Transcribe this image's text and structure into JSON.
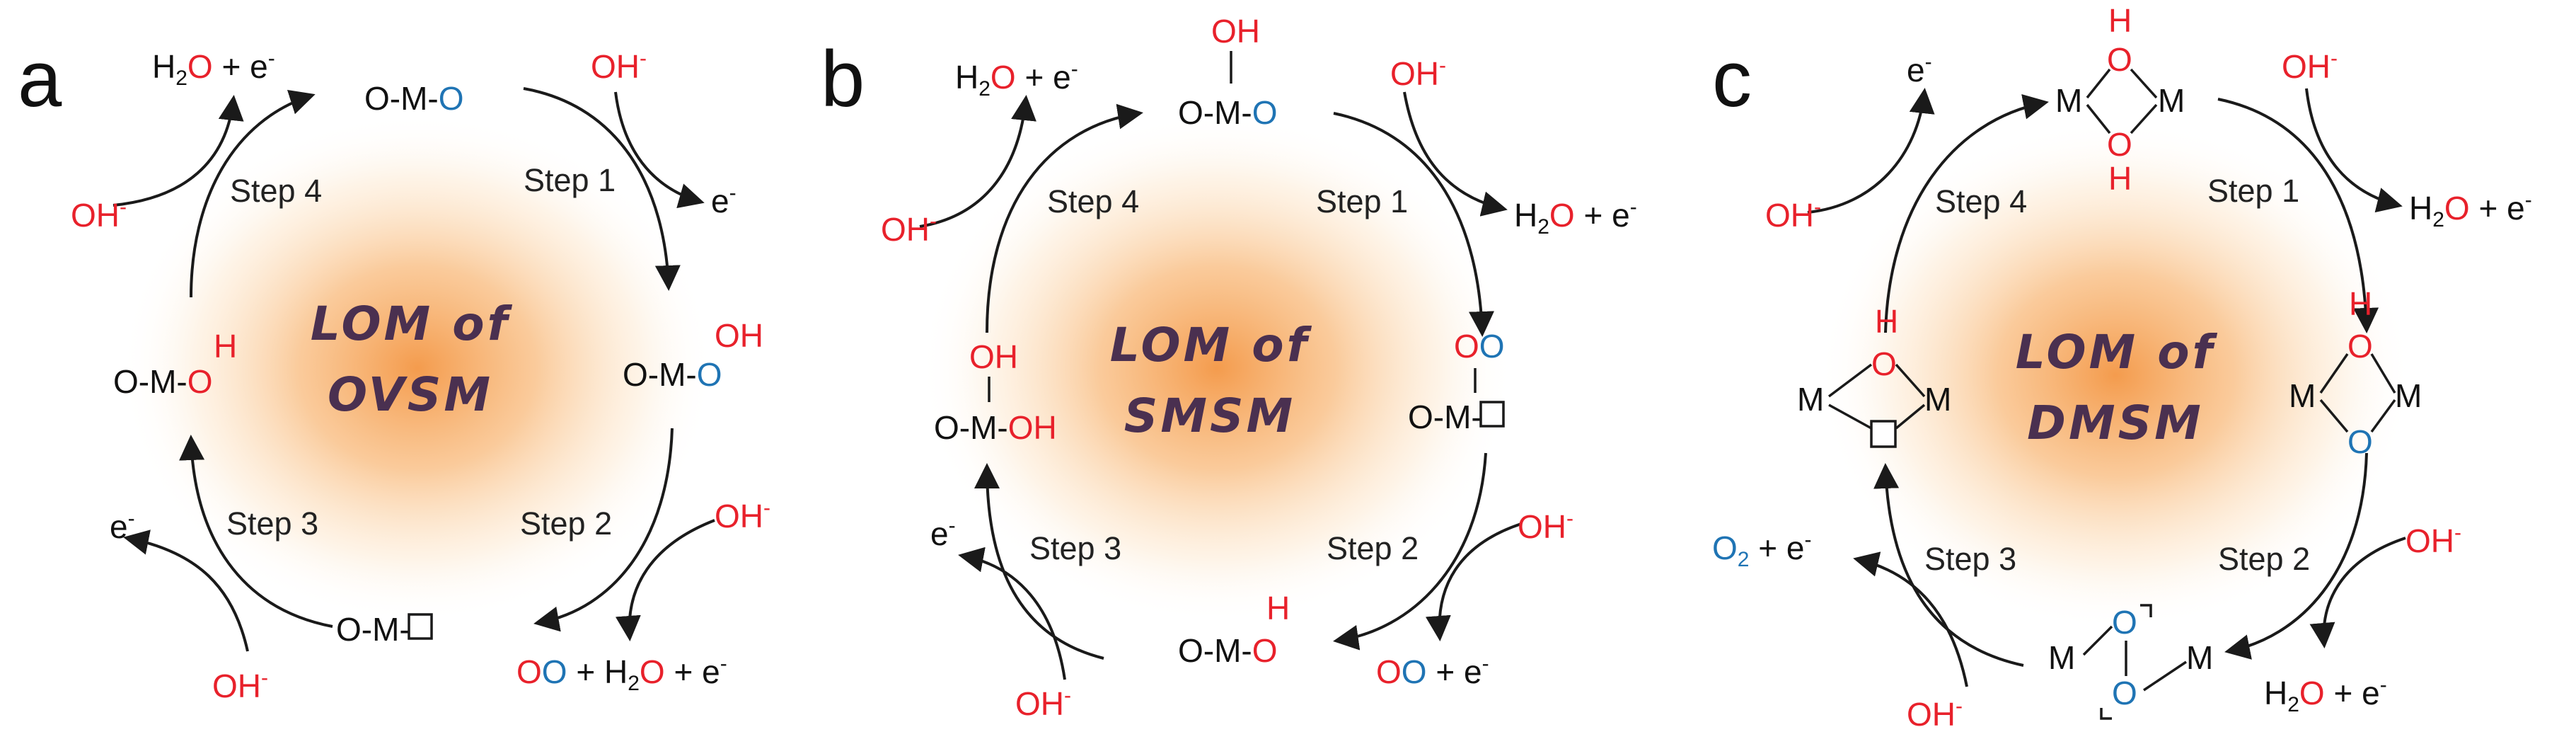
{
  "colors": {
    "oxygen_lattice_red": "#e8212b",
    "oxygen_adsorbed_blue": "#1f74b4",
    "text": "#111111",
    "glow": "#f6a04a"
  },
  "panels": [
    {
      "label": "a",
      "title_line1": "LOM of",
      "title_line2": "OVSM",
      "steps": [
        "Step 1",
        "Step 2",
        "Step 3",
        "Step 4"
      ],
      "species": {
        "top": "O-M-O",
        "right": "O-M-O",
        "right_h": "OH",
        "bottom": "O-M-",
        "left": "O-M-O",
        "left_h": "H"
      },
      "reagents": {
        "s1_in": "OH-",
        "s1_out": "e-",
        "s2_in": "OH-",
        "s2_out": "OO + H2O + e-",
        "s3_in": "OH-",
        "s3_out": "e-",
        "s4_in": "OH-",
        "s4_out": "H2O + e-"
      }
    },
    {
      "label": "b",
      "title_line1": "LOM of",
      "title_line2": "SMSM",
      "steps": [
        "Step 1",
        "Step 2",
        "Step 3",
        "Step 4"
      ],
      "species": {
        "top": "O-M-O",
        "top_h": "OH",
        "right": "O-M-",
        "right_h": "OO",
        "bottom": "O-M-O",
        "bottom_h": "H",
        "left": "O-M-OH",
        "left_h": "OH"
      },
      "reagents": {
        "s1_in": "OH-",
        "s1_out": "H2O + e-",
        "s2_in": "OH-",
        "s2_out": "OO + e-",
        "s3_in": "OH-",
        "s3_out": "e-",
        "s4_in": "OH-",
        "s4_out": "H2O + e-"
      }
    },
    {
      "label": "c",
      "title_line1": "LOM of",
      "title_line2": "DMSM",
      "steps": [
        "Step 1",
        "Step 2",
        "Step 3",
        "Step 4"
      ],
      "species": {
        "M": "M",
        "O": "O",
        "H": "H"
      },
      "reagents": {
        "s1_in": "OH-",
        "s1_out": "H2O + e-",
        "s2_in": "OH-",
        "s2_out": "H2O + e-",
        "s3_in": "OH-",
        "s3_out": "O2 + e-",
        "s4_in": "OH-",
        "s4_out": "e-"
      }
    }
  ]
}
